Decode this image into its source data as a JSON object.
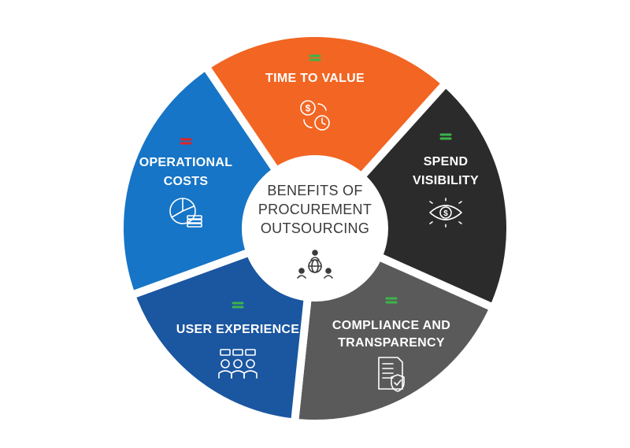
{
  "diagram": {
    "center": {
      "lines": [
        "BENEFITS OF",
        "PROCUREMENT",
        "OUTSOURCING"
      ],
      "icon": "network-globe-icon"
    },
    "segments": [
      {
        "key": "time-to-value",
        "lines": [
          "TIME TO VALUE"
        ],
        "color": "#f26522",
        "trend": "up",
        "icon": "dollar-clock-icon"
      },
      {
        "key": "spend-visibility",
        "lines": [
          "SPEND",
          "VISIBILITY"
        ],
        "color": "#2b2b2b",
        "trend": "up",
        "icon": "dollar-eye-icon"
      },
      {
        "key": "compliance-and-transparency",
        "lines": [
          "COMPLIANCE AND",
          "TRANSPARENCY"
        ],
        "color": "#5a5a5a",
        "trend": "up",
        "icon": "document-shield-icon"
      },
      {
        "key": "user-experience",
        "lines": [
          "USER EXPERIENCE"
        ],
        "color": "#1b56a0",
        "trend": "up",
        "icon": "users-chat-icon"
      },
      {
        "key": "operational-costs",
        "lines": [
          "OPERATIONAL",
          "COSTS"
        ],
        "color": "#1675c6",
        "trend": "down",
        "icon": "pie-coins-icon"
      }
    ],
    "colors": {
      "up_arrow": "#3cb44b",
      "down_arrow": "#e02424",
      "center_fill": "#ffffff",
      "center_text": "#3a3a3a",
      "label_text": "#ffffff"
    }
  }
}
